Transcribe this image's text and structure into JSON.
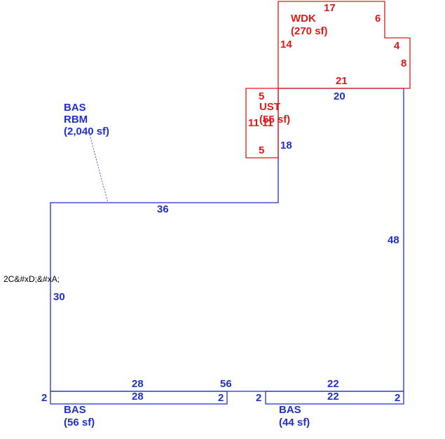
{
  "areas": {
    "main": {
      "lines": [
        "BAS",
        "RBM",
        "(2,040 sf)"
      ]
    },
    "wdk": {
      "lines": [
        "WDK",
        "(270 sf)"
      ]
    },
    "ust": {
      "lines": [
        "UST",
        "(55 sf)"
      ]
    },
    "bas_left": {
      "lines": [
        "BAS",
        "(56 sf)"
      ]
    },
    "bas_right": {
      "lines": [
        "BAS",
        "(44 sf)"
      ]
    }
  },
  "dimensions": {
    "main_top": "36",
    "main_left": "30",
    "main_right": "48",
    "main_top_right": "20",
    "main_step": "18",
    "main_bottom_left": "28",
    "main_bottom_mid": "56",
    "main_bottom_right": "22",
    "wdk_top": "17",
    "wdk_right_upper": "6",
    "wdk_step": "4",
    "wdk_right_lower": "8",
    "wdk_bottom": "21",
    "wdk_left": "14",
    "ust_top": "5",
    "ust_left": "11",
    "ust_right": "11",
    "ust_bottom": "5",
    "bas_left_bottom": "28",
    "bas_left_left": "2",
    "bas_left_right": "2",
    "bas_right_bottom": "22",
    "bas_right_left": "2",
    "bas_right_right": "2"
  },
  "annotation": "2C&#xD;&#xA;",
  "colors": {
    "living": "#1f2fc8",
    "deck": "#e01818"
  }
}
